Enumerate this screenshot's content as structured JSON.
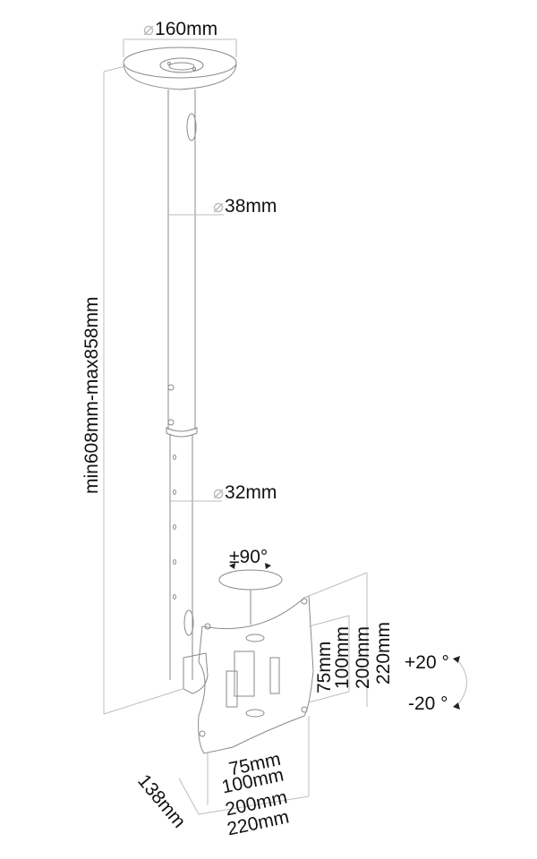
{
  "diagram": {
    "subject": "Ceiling TV mount technical drawing",
    "line_color": "#8a8a8a",
    "dim_line_color": "#bdbdbd",
    "text_color": "#111111",
    "diameter_symbol": "⌀"
  },
  "labels": {
    "ceiling_plate_diameter": "160mm",
    "upper_tube_diameter": "38mm",
    "lower_tube_diameter": "32mm",
    "height_range": "min608mm-max858mm",
    "swivel": "±90°",
    "tilt_up": "+20 °",
    "tilt_down": "-20 °",
    "depth": "138mm",
    "vesa_horizontal": [
      "75mm",
      "100mm",
      "200mm",
      "220mm"
    ],
    "vesa_vertical": [
      "75mm",
      "100mm",
      "200mm",
      "220mm"
    ]
  }
}
